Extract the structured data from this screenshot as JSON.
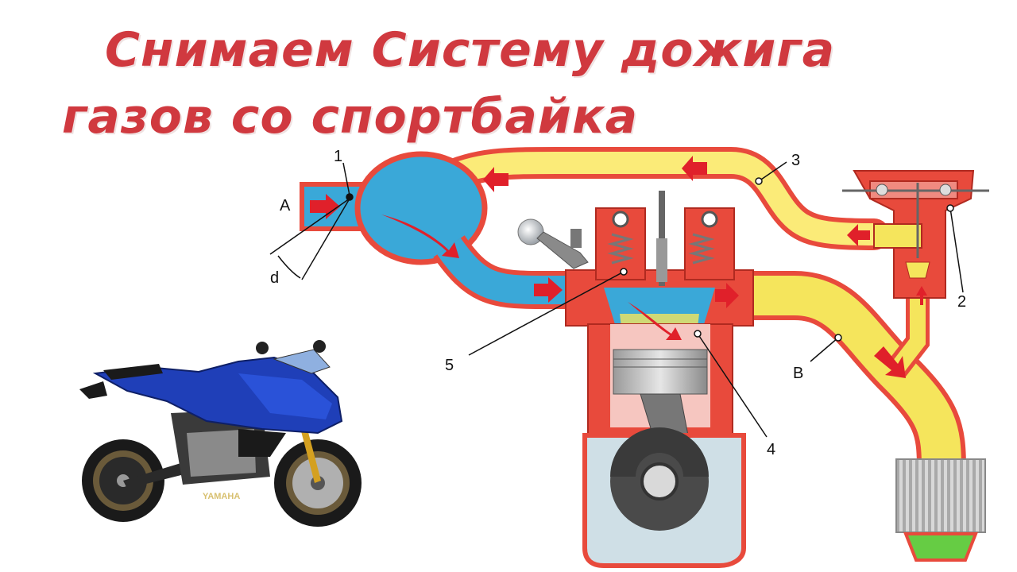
{
  "title": {
    "line1": "Снимаем Систему дожига",
    "line2": "газов со спортбайка"
  },
  "labels": {
    "A": "A",
    "B": "B",
    "d": "d",
    "n1": "1",
    "n2": "2",
    "n3": "3",
    "n4": "4",
    "n5": "5"
  },
  "motorcycle_brand": "YAMAHA",
  "colors": {
    "title": "#d0393f",
    "intake_air": "#3aa8d8",
    "hot_gas": "#f7e870",
    "pipe_wall": "#e84a3c",
    "arrow": "#e0202a"
  }
}
